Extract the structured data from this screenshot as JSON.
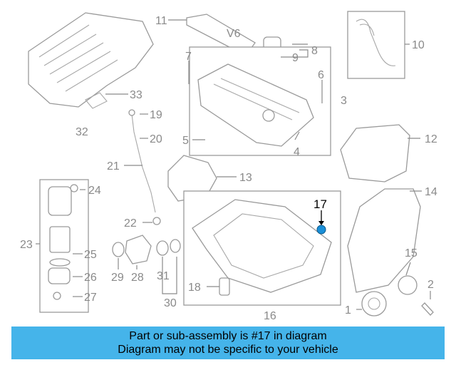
{
  "diagram": {
    "callouts": [
      "1",
      "2",
      "3",
      "4",
      "5",
      "6",
      "7",
      "8",
      "9",
      "10",
      "11",
      "12",
      "13",
      "14",
      "15",
      "16",
      "17",
      "18",
      "19",
      "20",
      "21",
      "22",
      "23",
      "24",
      "25",
      "26",
      "27",
      "28",
      "29",
      "30",
      "31",
      "32",
      "33"
    ],
    "highlight_callout": "17",
    "engine_badge": "V6",
    "highlight_color": "#1a8fd8"
  },
  "banner": {
    "line1": "Part or sub-assembly is #17 in diagram",
    "line2": "Diagram may not be specific to your vehicle",
    "background": "#45b4ea"
  }
}
